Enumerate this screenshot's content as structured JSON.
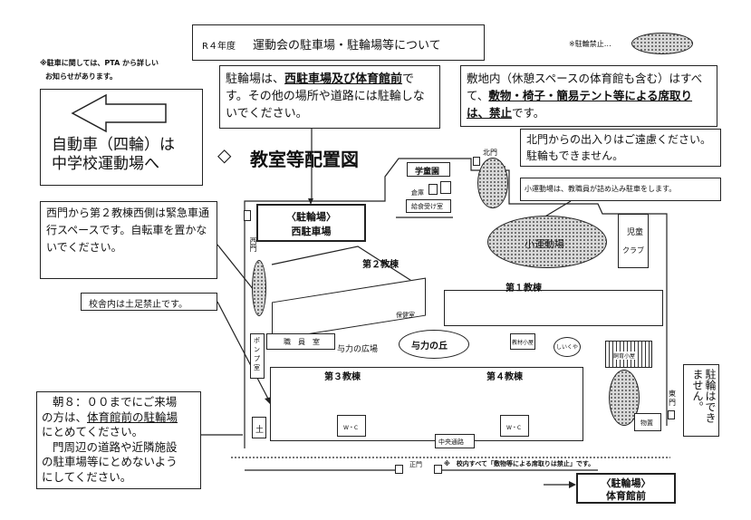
{
  "title": {
    "year": "R４年度",
    "text": "運動会の駐車場・駐輪場等について"
  },
  "legend": {
    "label": "※駐輪禁止…"
  },
  "pta_note": [
    "※駐車に関しては、PTA から詳しい",
    "お知らせがあります。"
  ],
  "car_box": {
    "line1": "自動車（四輪）は",
    "line2": "中学校運動場へ"
  },
  "bike_box": {
    "pre": "駐輪場は、",
    "place": "西駐車場及び体育館前",
    "post": "です。その他の場所や道路には駐輪しないでください。"
  },
  "seat_box": {
    "pre": "敷地内（休憩スペースの体育館も含む）はすべて、",
    "rule": "敷物・椅子・簡易テント等による席取りは、禁止",
    "post": "です。"
  },
  "north_gate_box": "北門からの出入りはご遠慮ください。駐輪もできません。",
  "small_field_box": "小運動場は、教職員が詰め込み駐車をします。",
  "map_heading": {
    "icon": "◇",
    "text": "教室等配置図"
  },
  "west_gate_box": "西門から第２教棟西側は緊急車通行スペースです。自転車を置かないでください。",
  "shoes_box": "校舎内は土足禁止です。",
  "morning_box": {
    "l1": "朝８：００までにご来場",
    "l2pre": "の方は、",
    "l2u": "体育館前の駐輪場",
    "l3": "にとめてください。",
    "l4": "門周辺の道路や近隣施設",
    "l5": "の駐車場等にとめないよう",
    "l6": "にしてください。"
  },
  "east_gate_note": "駐輪はできません。",
  "west_lot": {
    "l1": "〈駐輪場〉",
    "l2": "西駐車場"
  },
  "gym_lot": {
    "l1": "〈駐輪場〉",
    "l2": "体育館前"
  },
  "map": {
    "gakudoen": "学童園",
    "storage": "倉庫",
    "lunch": "給食受け室",
    "north_gate": "北門",
    "small_field": "小運動場",
    "kids_club": [
      "児童",
      "クラブ"
    ],
    "west_gate": "西門",
    "bldg2": "第２教棟",
    "bldg1": "第１教棟",
    "health": "保健室",
    "staff": "職　員　室",
    "pump": [
      "ポ",
      "ン",
      "プ",
      "室"
    ],
    "plaza": "与力の広場",
    "hill": "与力の丘",
    "shed_a": "教材小屋",
    "shed_b": "しいくや",
    "rabbit": "飼育小屋",
    "bldg3": "第３教棟",
    "bldg4": "第４教棟",
    "wc": "W・C",
    "soil": "土",
    "road": "中央通路",
    "storage2": "物置",
    "east_gate": [
      "東",
      "門"
    ],
    "main_gate": "正門",
    "main_gate_note": "※　校内すべて「敷物等による席取りは禁止」です。"
  }
}
